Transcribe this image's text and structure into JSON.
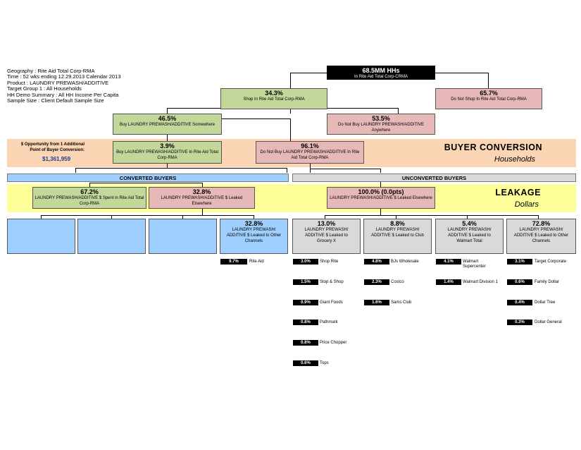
{
  "info": {
    "lines": [
      "Geography : Rite Aid Total Corp-RMA",
      "Time : 52 wks ending 12.29.2013 Calendar 2013",
      "Product : LAUNDRY PREWASH/ADDITIVE",
      "Target Group 1 : All Households",
      "HH Demo Summary : All HH Income Per Capita",
      "Sample Size : Client Default Sample Size"
    ]
  },
  "root": {
    "value": "68.5MM HHs",
    "label": "In Rite Aid Total Corp-CRMA"
  },
  "level1": {
    "shop": {
      "value": "34.3%",
      "label": "Shop In Rite Aid Total Corp-RMA"
    },
    "not_shop": {
      "value": "65.7%",
      "label": "Do Not Shop In Rite Aid Total Corp-RMA"
    }
  },
  "level2": {
    "buy": {
      "value": "46.5%",
      "label": "Buy LAUNDRY PREWASH/ADDITIVE Somewhere"
    },
    "not_buy": {
      "value": "53.5%",
      "label": "Do Not Buy LAUNDRY PREWASH/ADDITIVE Anywhere"
    }
  },
  "buyer_conversion": {
    "title": "BUYER CONVERSION",
    "subtitle": "Households",
    "opportunity_text": "$ Opportunity from 1 Additional Point of Buyer Conversion:",
    "opportunity_value": "$1,361,959",
    "buy_in": {
      "value": "3.9%",
      "label": "Buy LAUNDRY PREWASH/ADDITIVE In Rite Aid Total Corp-RMA"
    },
    "not_buy_in": {
      "value": "96.1%",
      "label": "Do Not Buy LAUNDRY PREWASH/ADDITIVE In Rite Aid Total Corp-RMA"
    }
  },
  "headers": {
    "converted": "CONVERTED BUYERS",
    "unconverted": "UNCONVERTED BUYERS"
  },
  "leakage": {
    "title": "LEAKAGE",
    "subtitle": "Dollars",
    "spent": {
      "value": "67.2%",
      "label": "LAUNDRY PREWASH/ADDITIVE $ Spent in Rite Aid Total Corp-RMA"
    },
    "leaked": {
      "value": "32.8%",
      "label": "LAUNDRY PREWASH/ADDITIVE $ Leaked Elsewhere"
    },
    "unconv_leaked": {
      "value": "100.0% (0.0pts)",
      "label": "LAUNDRY PREWASH/ADDITIVE $ Leaked Elsewhere"
    }
  },
  "channels": [
    {
      "value": "32.8%",
      "label": "LAUNDRY PREWASH/ ADDITIVE $ Leaked to Other Channels"
    },
    {
      "value": "13.0%",
      "label": "LAUNDRY PREWASH/ ADDITIVE $ Leaked to Grocery X"
    },
    {
      "value": "8.8%",
      "label": "LAUNDRY PREWASH/ ADDITIVE $ Leaked to Club"
    },
    {
      "value": "5.4%",
      "label": "LAUNDRY PREWASH/ ADDITIVE $ Leaked to Walmart Total"
    },
    {
      "value": "72.8%",
      "label": "LAUNDRY PREWASH/ ADDITIVE $ Leaked to Other Channels"
    }
  ],
  "retailers": {
    "other_conv": [
      {
        "pct": "9.7%",
        "name": "Rite Aid"
      }
    ],
    "grocery": [
      {
        "pct": "3.0%",
        "name": "Shop Rite"
      },
      {
        "pct": "1.5%",
        "name": "Stop & Shop"
      },
      {
        "pct": "0.9%",
        "name": "Giant Foods"
      },
      {
        "pct": "0.8%",
        "name": "Pathmark"
      },
      {
        "pct": "0.8%",
        "name": "Price Chopper"
      },
      {
        "pct": "0.6%",
        "name": "Tops"
      }
    ],
    "club": [
      {
        "pct": "4.8%",
        "name": "BJs Wholesale"
      },
      {
        "pct": "2.3%",
        "name": "Costco"
      },
      {
        "pct": "1.6%",
        "name": "Sams Club"
      }
    ],
    "walmart": [
      {
        "pct": "4.1%",
        "name": "Walmart Supercenter"
      },
      {
        "pct": "1.4%",
        "name": "Walmart Division 1"
      }
    ],
    "other_unconv": [
      {
        "pct": "3.1%",
        "name": "Target Corporate"
      },
      {
        "pct": "0.6%",
        "name": "Family Dollar"
      },
      {
        "pct": "0.4%",
        "name": "Dollar Tree"
      },
      {
        "pct": "0.3%",
        "name": "Dollar General"
      }
    ]
  },
  "colors": {
    "green": "#c4d79b",
    "pink": "#e6b8b7",
    "blue": "#9fcfff",
    "grey": "#d9d9d9",
    "orange_band": "#fcd5b4",
    "yellow_band": "#ffff99"
  }
}
